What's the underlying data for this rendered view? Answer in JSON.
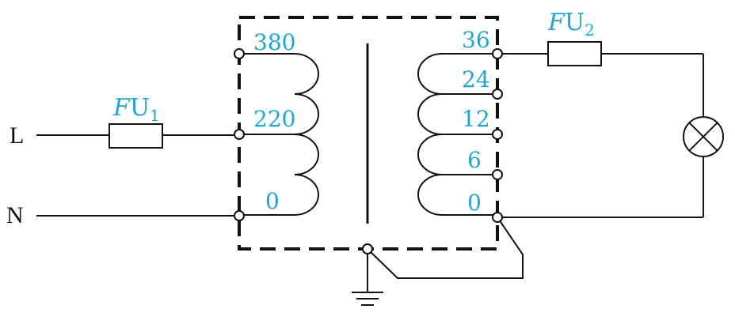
{
  "lines": {
    "live": "L",
    "neutral": "N"
  },
  "fuses": {
    "primary": {
      "italic": "F",
      "main": "U",
      "sub": "1"
    },
    "secondary": {
      "italic": "F",
      "main": "U",
      "sub": "2"
    }
  },
  "primary_taps": [
    "380",
    "220",
    "0"
  ],
  "secondary_taps": [
    "36",
    "24",
    "12",
    "6",
    "0"
  ],
  "colors": {
    "label": "#1ea7d6",
    "line": "#111111"
  },
  "icons": {
    "lamp": "lamp-cross-icon",
    "ground": "ground-icon"
  }
}
